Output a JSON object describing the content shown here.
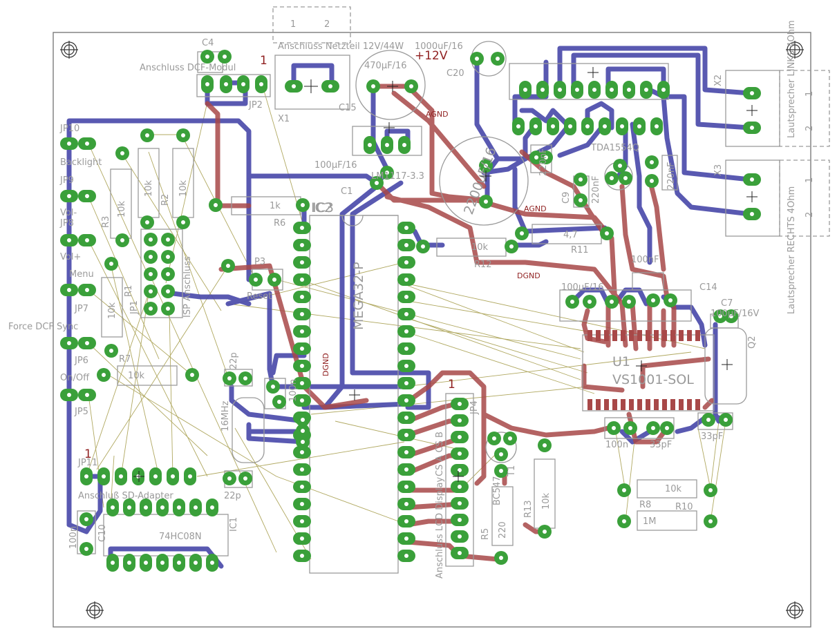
{
  "colors": {
    "background": "#ffffff",
    "outline": "#7a7a7a",
    "silkscreen": "#9a9a9a",
    "bottom_trace": "#4b4bab",
    "top_trace": "#a84848",
    "pad": "#3aa03a",
    "airwire": "#b0a860",
    "red_text": "#8f1f1f"
  },
  "labels": {
    "x1_pins": [
      "1",
      "2"
    ],
    "x1_name": "Anschluss Netzteil 12V/44W",
    "x1": "X1",
    "c4": "C4",
    "pin1_a": "1",
    "dcf_module": "Anschluss DCF-Modul",
    "jp2": "JP2",
    "cap_1000": "1000uF/16",
    "cap_470": "470µF/16",
    "plus12v": "+12V",
    "c15": "C15",
    "c20": "C20",
    "agnd_a": "AGND",
    "agnd_b": "AGND",
    "dgnd_a": "DGND",
    "dgnd_b": "DGND",
    "cap_100_16": "100µF/16",
    "reg33": "LM1117-3.3",
    "c1": "C1",
    "ic2": "IC2",
    "tda": "TDA1554Q",
    "c_2200": "2200uF/16",
    "c9": "C9",
    "c9_val": "220nF",
    "c_220_b": "220nF",
    "c_220_c": "220nF",
    "r11": "R11",
    "r11_val": "4,7",
    "r6": "R6",
    "r6_val": "1k",
    "r12": "R12",
    "r12_val": "10k",
    "jp10": "JP10",
    "backlight": "Backlight",
    "jp9": "JP9",
    "vol_minus": "Vol-",
    "jp8": "JP8",
    "vol_plus": "Vol+",
    "menu": "Menu",
    "jp7": "JP7",
    "force_dcf": "Force DCF Sync",
    "jp6": "JP6",
    "onoff": "On/Off",
    "jp5": "JP5",
    "r1": "R1",
    "r1_val": "10k",
    "r2": "R2",
    "r2_val": "10k",
    "r3": "R3",
    "r3_val": "10k",
    "r4_val": "10k",
    "r7": "R7",
    "r7_val": "10k",
    "jp1": "JP1",
    "isp": "ISP Anschluss",
    "p3": "P3",
    "reset": "Reset",
    "mega": "MEGA32-P",
    "ic_top": "IC3",
    "q1": "16MHz",
    "c22p_a": "22p",
    "c22p_b": "22p",
    "c100n_a": "100n",
    "pin1_b": "1",
    "jp11": "JP11",
    "sd_adapter": "Anschluß SD-Adapter",
    "ic1": "IC1",
    "ic1_val": "74HC08N",
    "c100n_b": "100n",
    "c10": "C10",
    "jp4": "JP4",
    "jp4_pins": "CS A CS B",
    "pin1_c": "1",
    "lcd": "Anschluss LCD Display",
    "t1": "T1",
    "t1_val": "BC547",
    "r5": "R5",
    "r5_val": "220",
    "r13": "R13",
    "r13_val": "10k",
    "u1": "U1",
    "u1_val": "VS1001-SOL",
    "c14": "C14",
    "c_100nf": "100nF",
    "c_10uf": "100µF/16",
    "c7": "C7",
    "c7_val": "100µF/16V",
    "q2": "Q2",
    "c_33pf_a": "33pF",
    "c_33pf_b": "33pF",
    "c_100n_c": "100n",
    "r8": "R8",
    "r8_val": "10k",
    "r10": "R10",
    "r10_val": "1M",
    "speaker_l": "Lautsprecher LINKS 4Ohm",
    "speaker_r": "Lautsprecher RECHTS 4Ohm",
    "x2": "X2",
    "x3": "X3",
    "terminal_pins": [
      "1",
      "2"
    ]
  }
}
